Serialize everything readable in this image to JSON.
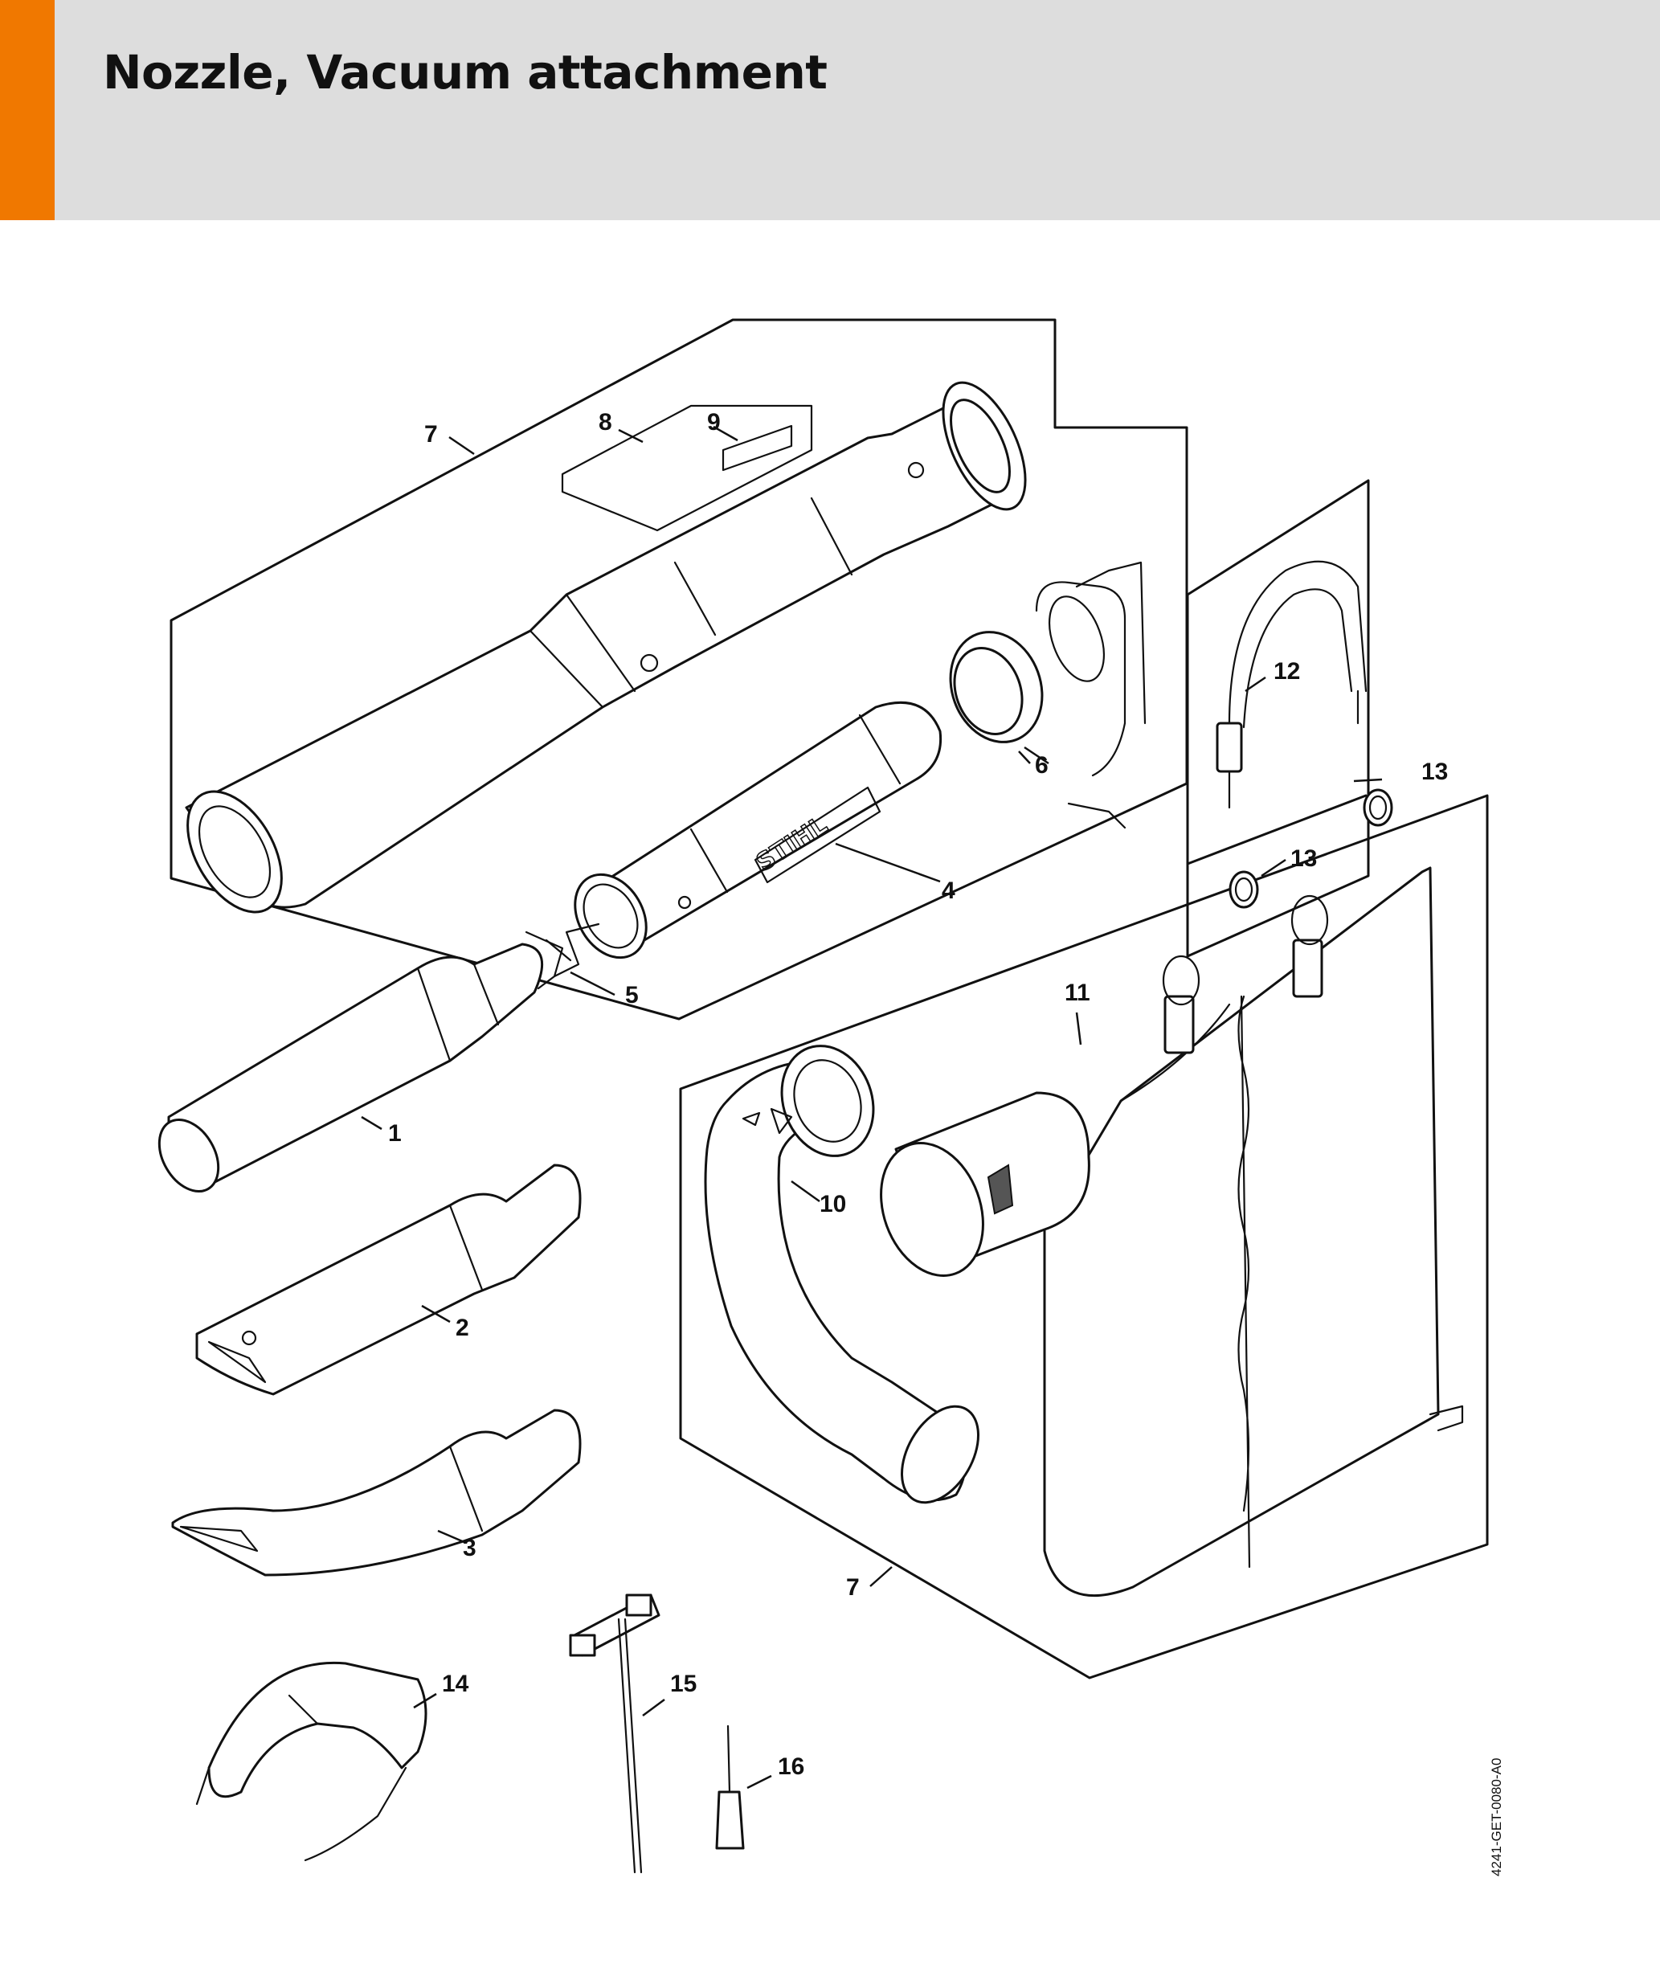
{
  "header": {
    "title": "Nozzle, Vacuum attachment",
    "accent_color": "#f07800",
    "background_color": "#dddddd"
  },
  "figure_code": "4241-GET-0080-A0",
  "callouts": [
    {
      "id": "c7a",
      "label": "7"
    },
    {
      "id": "c8",
      "label": "8"
    },
    {
      "id": "c9",
      "label": "9"
    },
    {
      "id": "c12",
      "label": "12"
    },
    {
      "id": "c6",
      "label": "6"
    },
    {
      "id": "c13a",
      "label": "13"
    },
    {
      "id": "c13b",
      "label": "13"
    },
    {
      "id": "c4",
      "label": "4"
    },
    {
      "id": "c5",
      "label": "5"
    },
    {
      "id": "c11",
      "label": "11"
    },
    {
      "id": "c1",
      "label": "1"
    },
    {
      "id": "c10",
      "label": "10"
    },
    {
      "id": "c2",
      "label": "2"
    },
    {
      "id": "c3",
      "label": "3"
    },
    {
      "id": "c7b",
      "label": "7"
    },
    {
      "id": "c14",
      "label": "14"
    },
    {
      "id": "c15",
      "label": "15"
    },
    {
      "id": "c16",
      "label": "16"
    }
  ],
  "logo_text": "STIHL",
  "icons": [
    "blower-tube",
    "nozzle-round",
    "nozzle-flat",
    "nozzle-curved",
    "collection-bag",
    "elbow-hose",
    "shoulder-strap",
    "sealing-ring",
    "safety-glasses",
    "combination-wrench",
    "screwdriver"
  ]
}
